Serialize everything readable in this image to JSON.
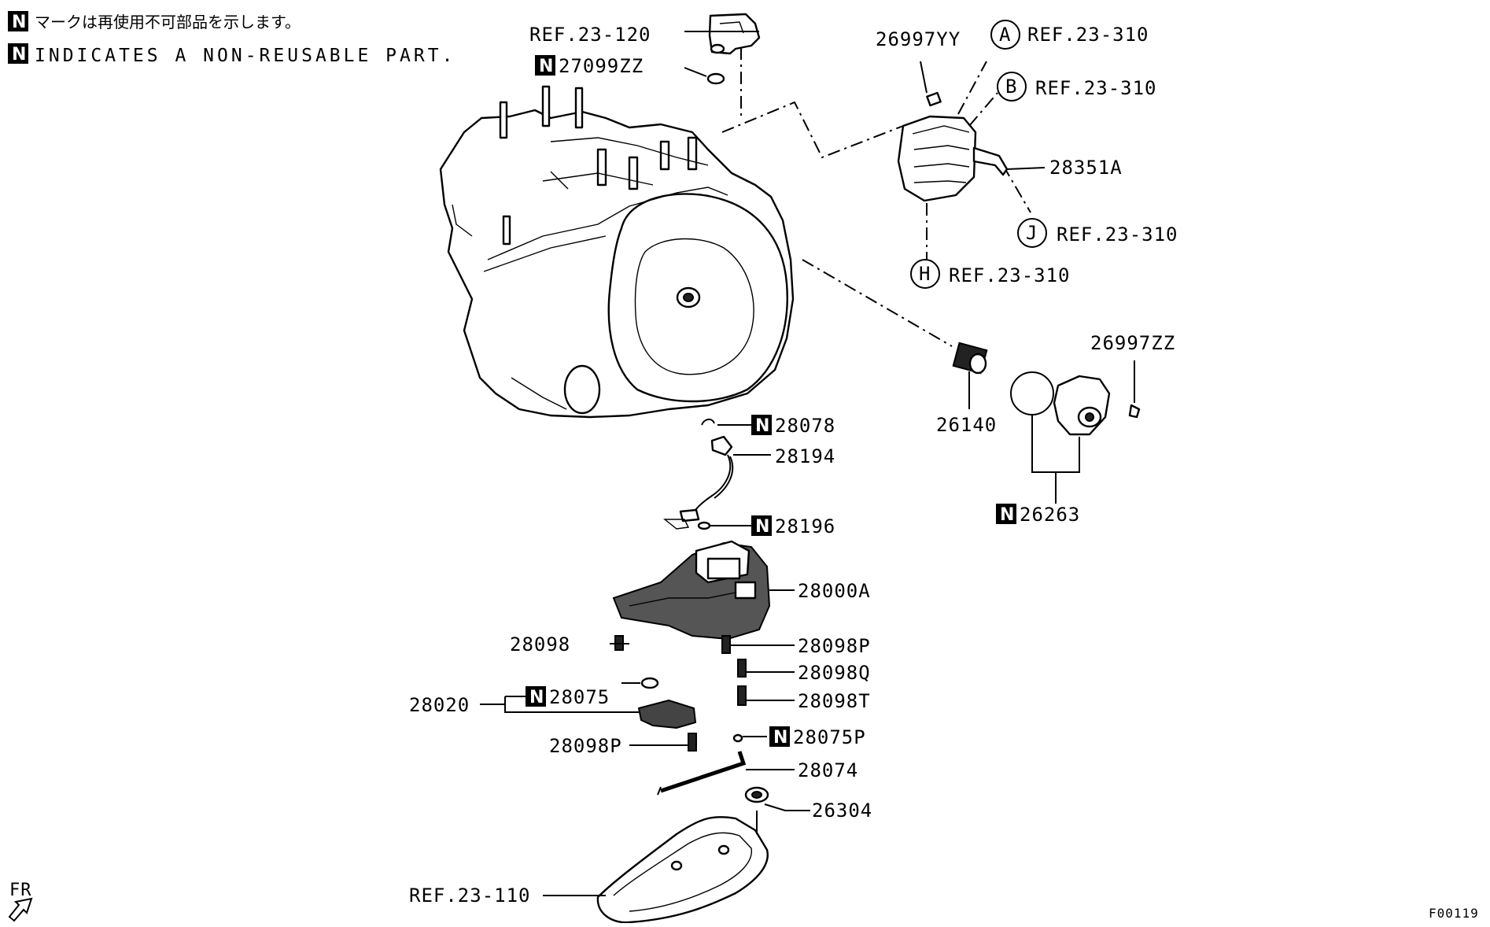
{
  "header": {
    "badge": "N",
    "note_jp": "マークは再使用不可部品を示します。",
    "note_en": "INDICATES A NON-REUSABLE PART."
  },
  "labels": {
    "ref_23_120": "REF.23-120",
    "p27099ZZ": "27099ZZ",
    "p26997YY": "26997YY",
    "ref_a": "REF.23-310",
    "ref_b": "REF.23-310",
    "p28351A": "28351A",
    "ref_j": "REF.23-310",
    "ref_h": "REF.23-310",
    "p26997ZZ": "26997ZZ",
    "p26140": "26140",
    "p26263": "26263",
    "p28078": "28078",
    "p28194": "28194",
    "p28196": "28196",
    "p28000A": "28000A",
    "p28098": "28098",
    "p28098P_a": "28098P",
    "p28098Q": "28098Q",
    "p28020": "28020",
    "p28075": "28075",
    "p28098T": "28098T",
    "p28098P_b": "28098P",
    "p28075P": "28075P",
    "p28074": "28074",
    "p26304": "26304",
    "ref_23_110": "REF.23-110",
    "fr": "FR",
    "figure_code": "F00119"
  },
  "circles": {
    "a": "A",
    "b": "B",
    "j": "J",
    "h": "H"
  },
  "icons": {
    "non_reusable": "n-badge-icon",
    "front_direction": "fr-arrow-icon"
  }
}
